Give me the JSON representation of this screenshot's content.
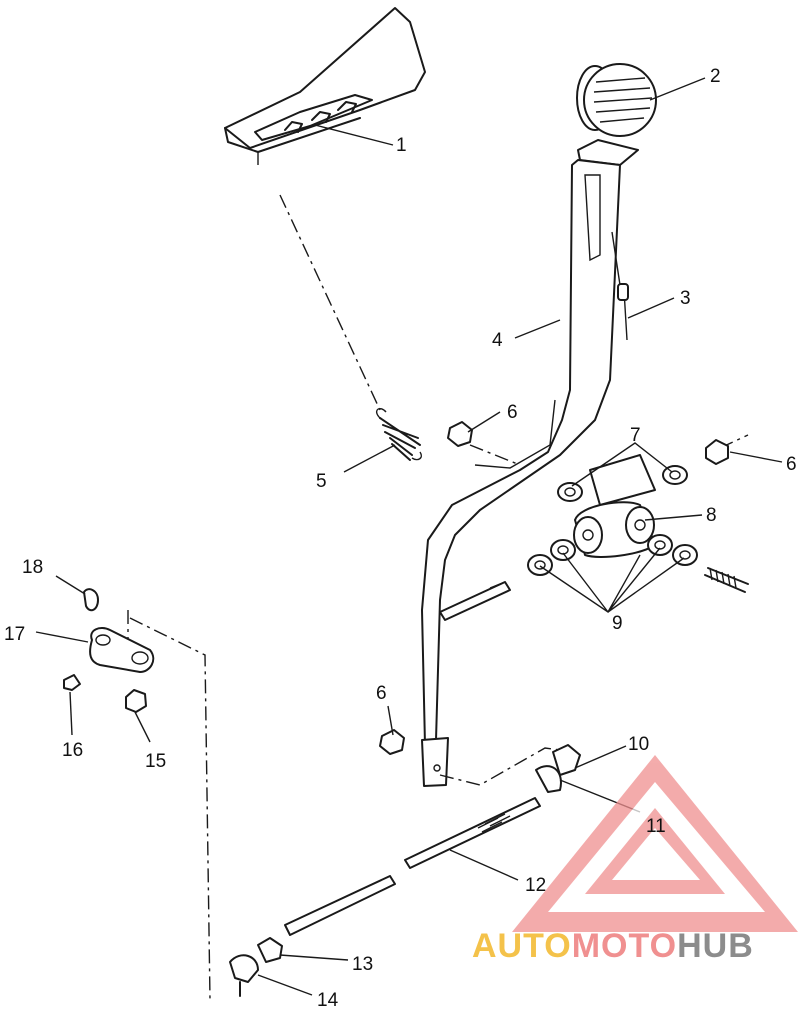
{
  "diagram": {
    "labels": [
      {
        "id": "1",
        "text": "1"
      },
      {
        "id": "2",
        "text": "2"
      },
      {
        "id": "3",
        "text": "3"
      },
      {
        "id": "4",
        "text": "4"
      },
      {
        "id": "5",
        "text": "5"
      },
      {
        "id": "6a",
        "text": "6"
      },
      {
        "id": "6b",
        "text": "6"
      },
      {
        "id": "6c",
        "text": "6"
      },
      {
        "id": "7",
        "text": "7"
      },
      {
        "id": "8",
        "text": "8"
      },
      {
        "id": "9",
        "text": "9"
      },
      {
        "id": "10",
        "text": "10"
      },
      {
        "id": "11",
        "text": "11"
      },
      {
        "id": "12",
        "text": "12"
      },
      {
        "id": "13",
        "text": "13"
      },
      {
        "id": "14",
        "text": "14"
      },
      {
        "id": "15",
        "text": "15"
      },
      {
        "id": "16",
        "text": "16"
      },
      {
        "id": "17",
        "text": "17"
      },
      {
        "id": "18",
        "text": "18"
      }
    ]
  },
  "watermark": {
    "part1": "AUTO",
    "part2": "MOTO",
    "part3": "HUB",
    "colors": {
      "gold": "#f4c24a",
      "red": "#f09090",
      "gray": "#8c8c8c"
    }
  }
}
